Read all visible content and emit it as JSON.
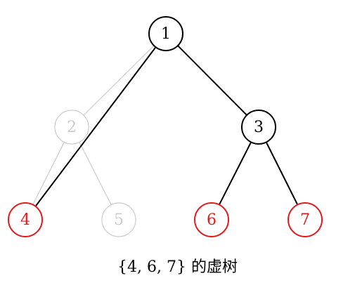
{
  "colors": {
    "active": "#000000",
    "faded": "#cccccc",
    "highlight": "#e31a1c"
  },
  "nodes": [
    {
      "id": "n1",
      "label": "1",
      "style": "active"
    },
    {
      "id": "n2",
      "label": "2",
      "style": "faded"
    },
    {
      "id": "n3",
      "label": "3",
      "style": "active"
    },
    {
      "id": "n4",
      "label": "4",
      "style": "highlight"
    },
    {
      "id": "n5",
      "label": "5",
      "style": "faded"
    },
    {
      "id": "n6",
      "label": "6",
      "style": "highlight"
    },
    {
      "id": "n7",
      "label": "7",
      "style": "highlight"
    }
  ],
  "edges": [
    {
      "from": "1",
      "to": "2",
      "style": "faded"
    },
    {
      "from": "2",
      "to": "4",
      "style": "faded"
    },
    {
      "from": "2",
      "to": "5",
      "style": "faded"
    },
    {
      "from": "1",
      "to": "4",
      "style": "active"
    },
    {
      "from": "1",
      "to": "3",
      "style": "active"
    },
    {
      "from": "3",
      "to": "6",
      "style": "active"
    },
    {
      "from": "3",
      "to": "7",
      "style": "active"
    }
  ],
  "caption": "{4, 6, 7} 的虚树"
}
